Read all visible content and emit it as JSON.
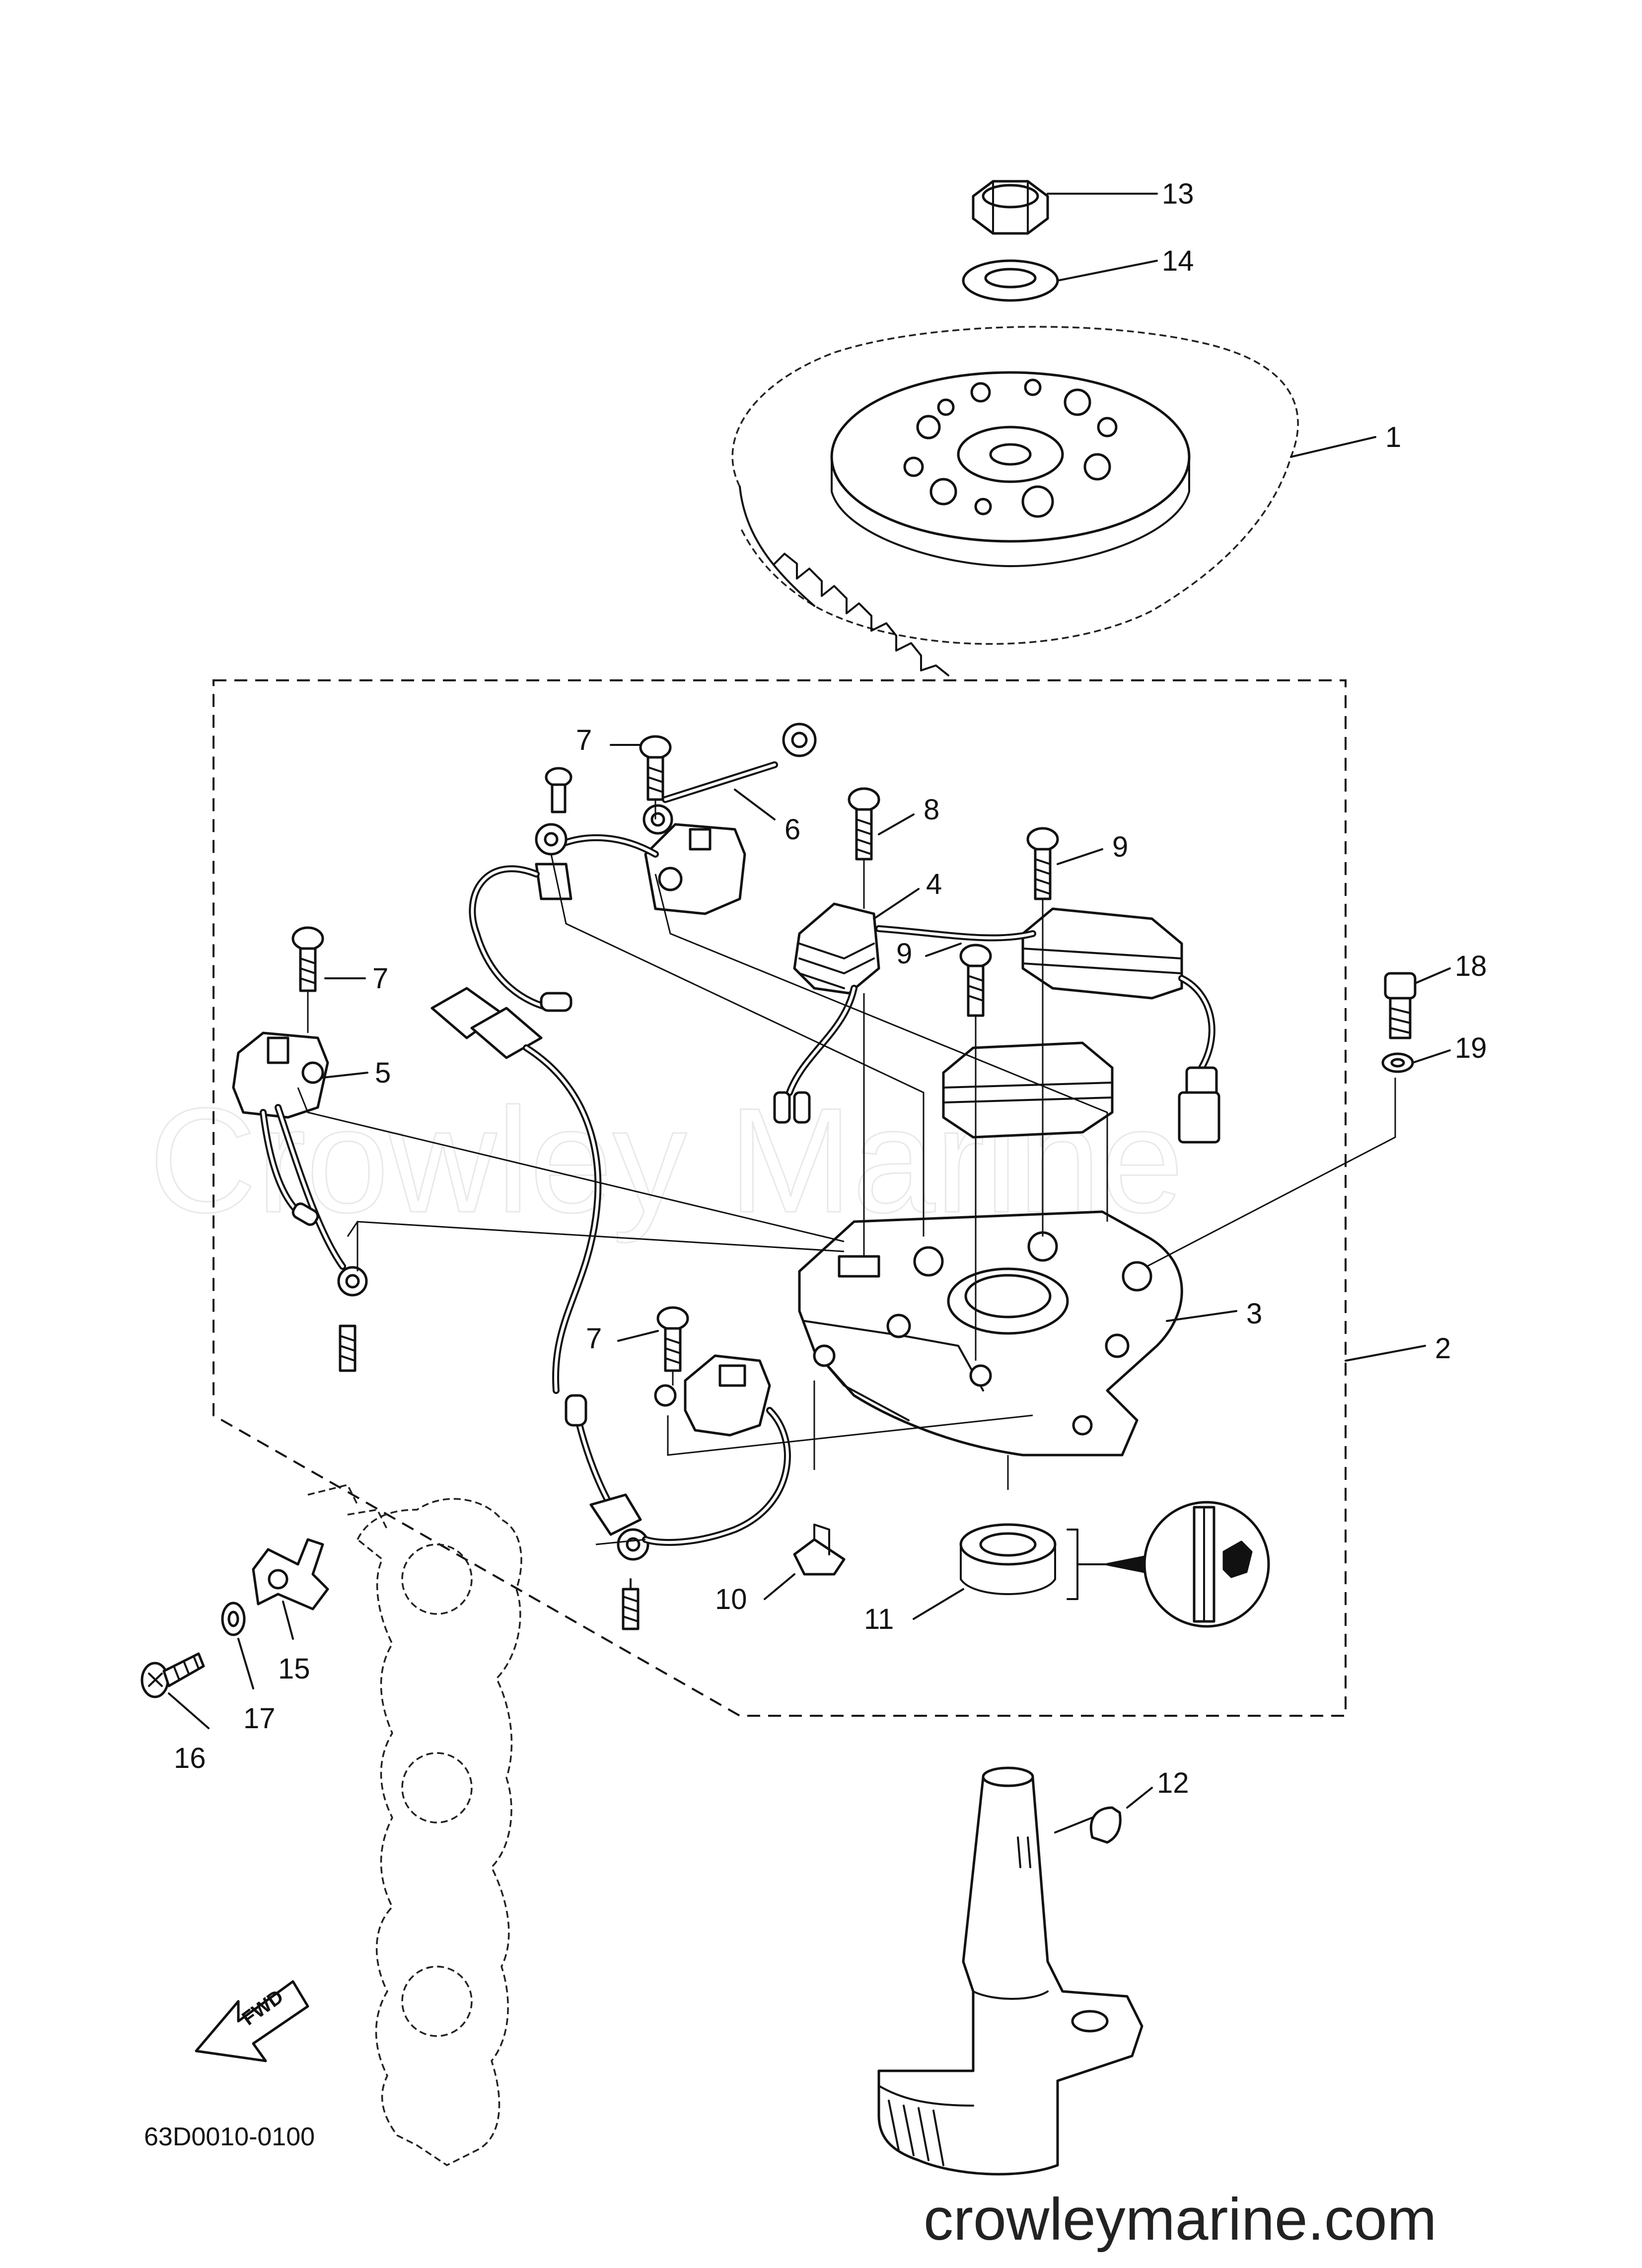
{
  "watermark": "Crowley Marine",
  "site_url": "crowleymarine.com",
  "drawing_code": "63D0010-0100",
  "fwd_label": "FWD",
  "callouts": [
    "1",
    "2",
    "3",
    "4",
    "5",
    "6",
    "7",
    "7",
    "7",
    "8",
    "9",
    "9",
    "10",
    "11",
    "12",
    "13",
    "14",
    "15",
    "16",
    "17",
    "18",
    "19"
  ]
}
